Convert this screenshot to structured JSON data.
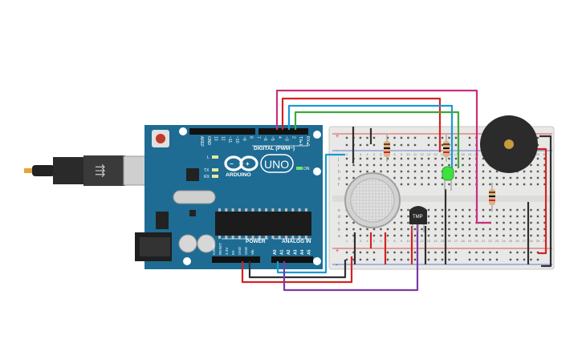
{
  "board": {
    "brand": "ARDUINO",
    "model": "UNO",
    "digital_label": "DIGITAL (PWM~)",
    "power_label": "POWER",
    "analog_label": "ANALOG IN",
    "on_label": "ON",
    "l_label": "L",
    "tx_label": "TX",
    "rx_label": "RX",
    "digital_pins": [
      "AREF",
      "GND",
      "13",
      "12",
      "~11",
      "~10",
      "~9",
      "8",
      "7",
      "~6",
      "~5",
      "4",
      "~3",
      "2",
      "TX▸1",
      "RX◂0"
    ],
    "power_pins": [
      "IOREF",
      "RESET",
      "3.3V",
      "5V",
      "GND",
      "GND",
      "Vin"
    ],
    "analog_pins": [
      "A0",
      "A1",
      "A2",
      "A3",
      "A4",
      "A5"
    ]
  },
  "breadboard": {
    "row_letters_top": [
      "j",
      "i",
      "h",
      "g",
      "f"
    ],
    "row_letters_bottom": [
      "e",
      "d",
      "c",
      "b",
      "a"
    ],
    "rail_plus": "+",
    "rail_minus": "-",
    "column_numbers": [
      "1",
      "2",
      "3",
      "4",
      "5",
      "6",
      "7",
      "8",
      "9",
      "10",
      "11",
      "12",
      "13",
      "14",
      "15",
      "16",
      "17",
      "18",
      "19",
      "20",
      "21",
      "22",
      "23",
      "24",
      "25",
      "26",
      "27",
      "28",
      "29",
      "30"
    ]
  },
  "components": {
    "temp_sensor_label": "TMP"
  },
  "colors": {
    "board": "#1e6c93",
    "breadboard": "#e8e8e6",
    "wire_red": "#d32323",
    "wire_black": "#303030",
    "wire_magenta": "#c8307c",
    "wire_cyan": "#1a9bd0",
    "wire_green": "#3ea83e",
    "wire_purple": "#7a3aa6",
    "led_green": "#40e040",
    "buzzer": "#2b2b2b"
  }
}
